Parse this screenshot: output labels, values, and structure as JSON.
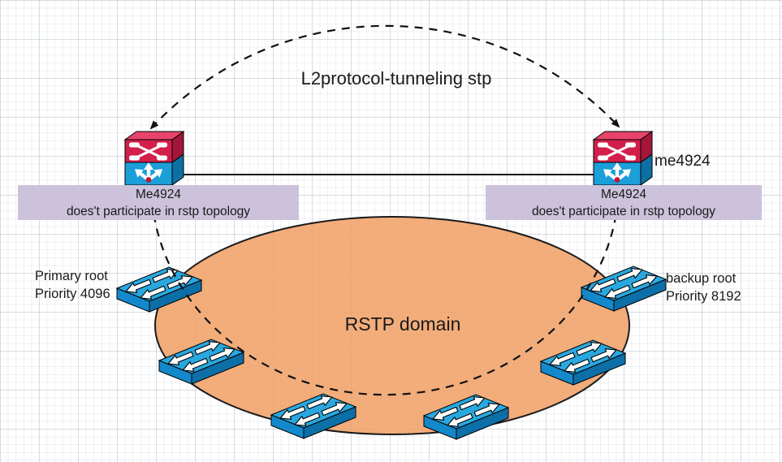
{
  "title": {
    "label": "L2protocol-tunneling stp"
  },
  "me_devices": {
    "left_note": {
      "line1": "Me4924",
      "line2": "does't participate in rstp topology"
    },
    "right_note": {
      "line1": "Me4924",
      "line2": "does't participate in rstp topology"
    },
    "right_device_label": "me4924"
  },
  "rstp_domain": {
    "label": "RSTP domain",
    "primary_root": {
      "line1": "Primary root",
      "line2": "Priority 4096"
    },
    "backup_root": {
      "line1": "backup root",
      "line2": "Priority 8192"
    }
  },
  "icons": {
    "me4924_device": "stacked-red-blue-switch-icon",
    "rstp_switch": "workgroup-switch-icon",
    "tunnel_link": "dashed-double-arrow-arc",
    "ring_link": "dashed-ellipse-ring"
  },
  "colors": {
    "domain_fill": "#F0A269",
    "note_box_fill": "#CCC2DB",
    "switch_top_blue": "#29A8E0",
    "switch_front_blue": "#1389CC",
    "device_red_front": "#D31F4B",
    "device_blue_front": "#1B9FD9",
    "line_black": "#111111"
  }
}
